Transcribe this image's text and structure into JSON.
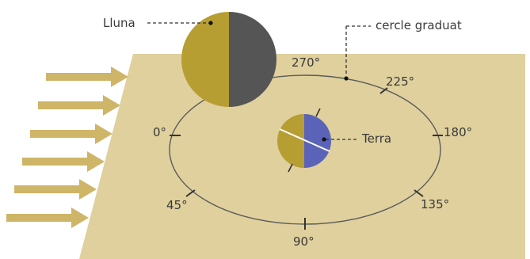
{
  "labels": {
    "moon": "Lluna",
    "earth": "Terra",
    "circle": "cercle graduat"
  },
  "angles": [
    "0°",
    "45°",
    "90°",
    "135°",
    "180°",
    "225°",
    "270°"
  ],
  "colors": {
    "plane": "#dfd09d",
    "arrow": "#cfb567",
    "moon_lit": "#b79e33",
    "moon_dark": "#555555",
    "earth_lit": "#b79e33",
    "earth_dark": "#5b63b8",
    "ellipse": "#5b5b5b",
    "text": "#3a3a3a"
  }
}
